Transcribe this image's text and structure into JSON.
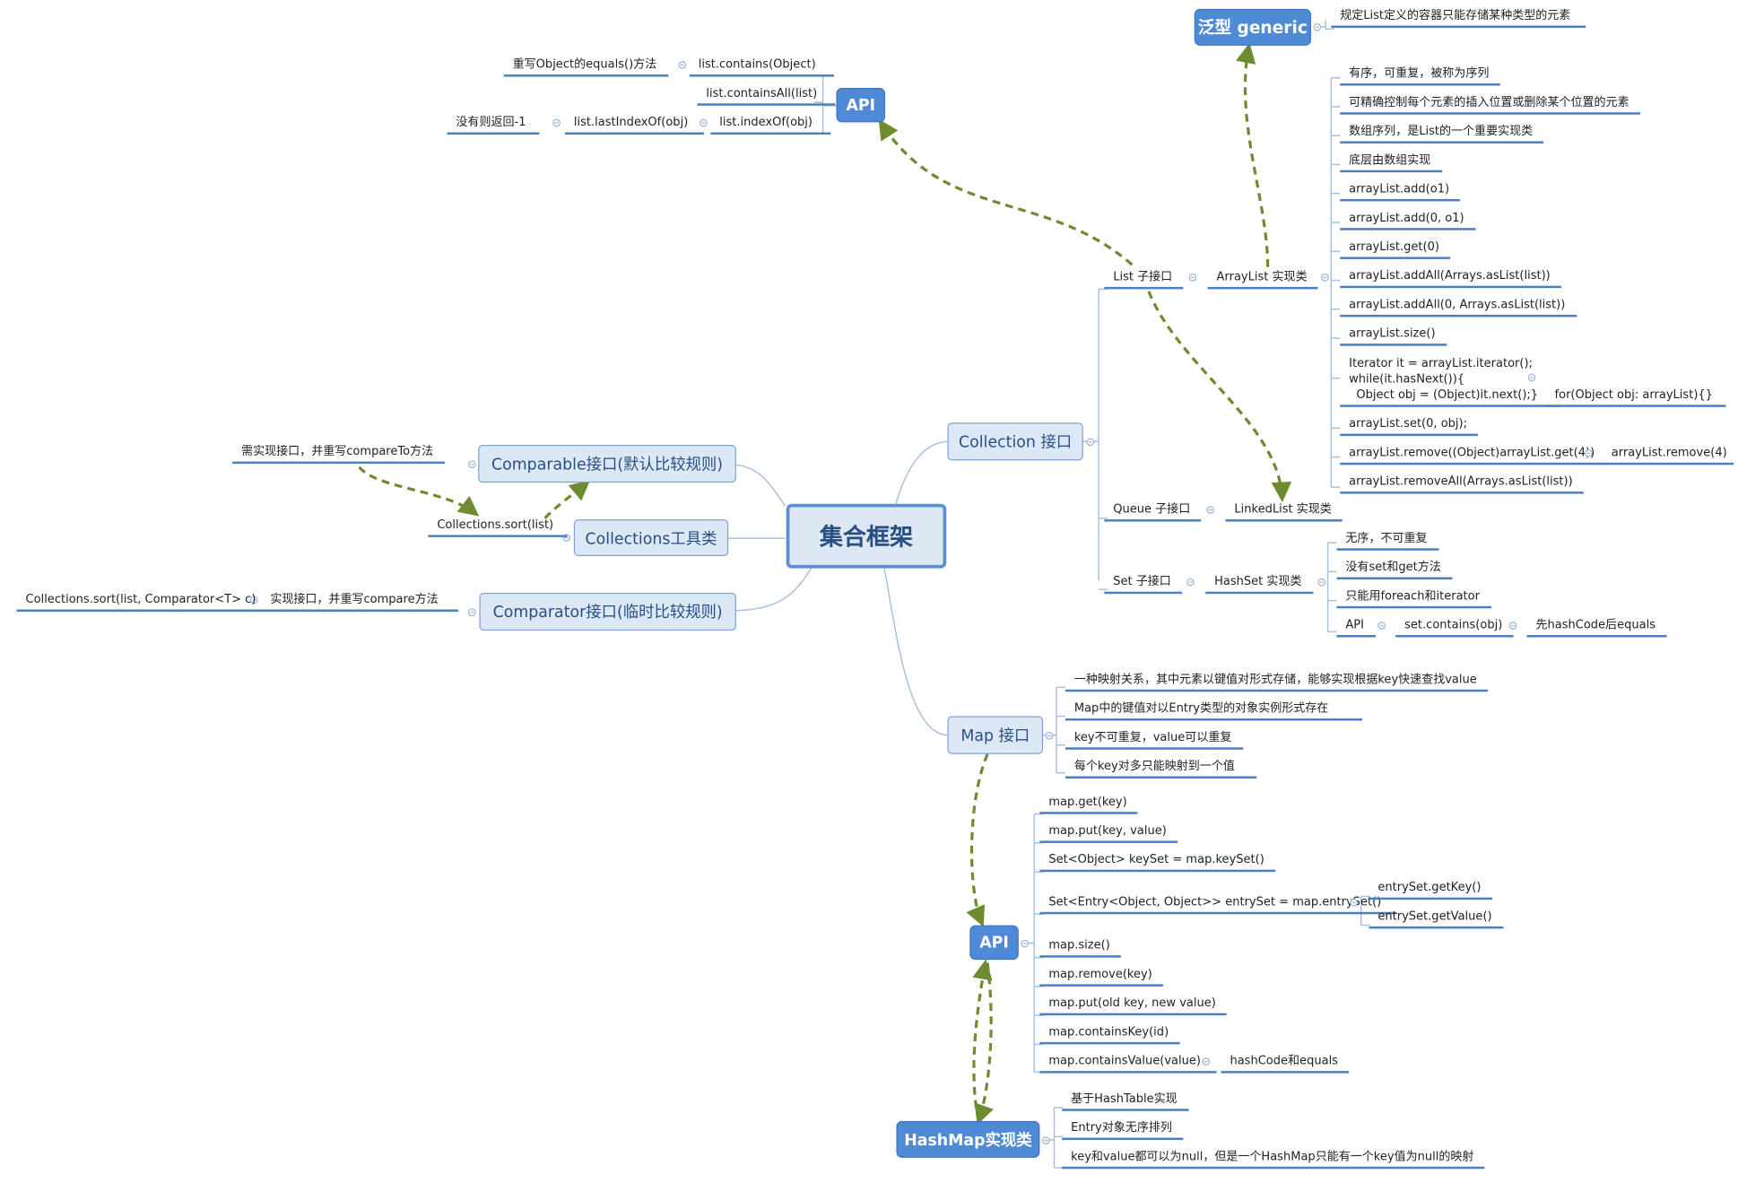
{
  "central": "集合框架",
  "collection": {
    "label": "Collection 接口",
    "list": {
      "label": "List 子接口",
      "arraylist": {
        "label": "ArrayList 实现类",
        "items": [
          "有序，可重复，被称为序列",
          "可精确控制每个元素的插入位置或删除某个位置的元素",
          "数组序列，是List的一个重要实现类",
          "底层由数组实现",
          "arrayList.add(o1)",
          "arrayList.add(0, o1)",
          "arrayList.get(0)",
          "arrayList.addAll(Arrays.asList(list))",
          "arrayList.addAll(0, Arrays.asList(list))",
          "arrayList.size()"
        ],
        "iterator_code": "Iterator it = arrayList.iterator();\nwhile(it.hasNext()){\n  Object obj = (Object)it.next();}",
        "foreach_code": "for(Object obj: arrayList){}",
        "set_item": "arrayList.set(0, obj);",
        "remove_item": "arrayList.remove((Object)arrayList.get(4))",
        "remove_alt": "arrayList.remove(4)",
        "removeall_item": "arrayList.removeAll(Arrays.asList(list))"
      }
    },
    "queue": {
      "label": "Queue 子接口",
      "impl": "LinkedList 实现类"
    },
    "set": {
      "label": "Set 子接口",
      "impl": "HashSet 实现类",
      "items": [
        "无序，不可重复",
        "没有set和get方法",
        "只能用foreach和iterator"
      ],
      "api_label": "API",
      "api_method": "set.contains(obj)",
      "api_note": "先hashCode后equals"
    }
  },
  "generic": {
    "label": "泛型 generic",
    "desc": "规定List定义的容器只能存储某种类型的元素"
  },
  "list_api": {
    "label": "API",
    "contains": "list.contains(Object)",
    "contains_note": "重写Object的equals()方法",
    "contains_all": "list.containsAll(list)",
    "index_of": "list.indexOf(obj)",
    "last_index_of": "list.lastIndexOf(obj)",
    "last_index_note": "没有则返回-1"
  },
  "comparable": {
    "label": "Comparable接口(默认比较规则)",
    "note": "需实现接口，并重写compareTo方法"
  },
  "collections_util": {
    "label": "Collections工具类",
    "method": "Collections.sort(list)"
  },
  "comparator": {
    "label": "Comparator接口(临时比较规则)",
    "note": "实现接口，并重写compare方法",
    "method": "Collections.sort(list, Comparator<T> c)"
  },
  "map": {
    "label": "Map 接口",
    "items": [
      "一种映射关系，其中元素以键值对形式存储，能够实现根据key快速查找value",
      "Map中的键值对以Entry类型的对象实例形式存在",
      "key不可重复，value可以重复",
      "每个key对多只能映射到一个值"
    ]
  },
  "map_api": {
    "label": "API",
    "get": "map.get(key)",
    "put": "map.put(key, value)",
    "keyset": "Set<Object> keySet = map.keySet()",
    "entryset": "Set<Entry<Object, Object>> entrySet = map.entrySet()",
    "entry_get_key": "entrySet.getKey()",
    "entry_get_value": "entrySet.getValue()",
    "size": "map.size()",
    "remove": "map.remove(key)",
    "put_old_new": "map.put(old key, new value)",
    "contains_key": "map.containsKey(id)",
    "contains_value": "map.containsValue(value)",
    "contains_value_note": "hashCode和equals"
  },
  "hashmap": {
    "label": "HashMap实现类",
    "items": [
      "基于HashTable实现",
      "Entry对象无序排列",
      "key和value都可以为null，但是一个HashMap只能有一个key值为null的映射"
    ]
  },
  "colors": {
    "node_fill": "#dce8f6",
    "node_border": "#7fa3d4",
    "accent": "#4e8ad6",
    "underline": "#4a7fc1",
    "dashed_arrow": "#6e8b2f"
  }
}
